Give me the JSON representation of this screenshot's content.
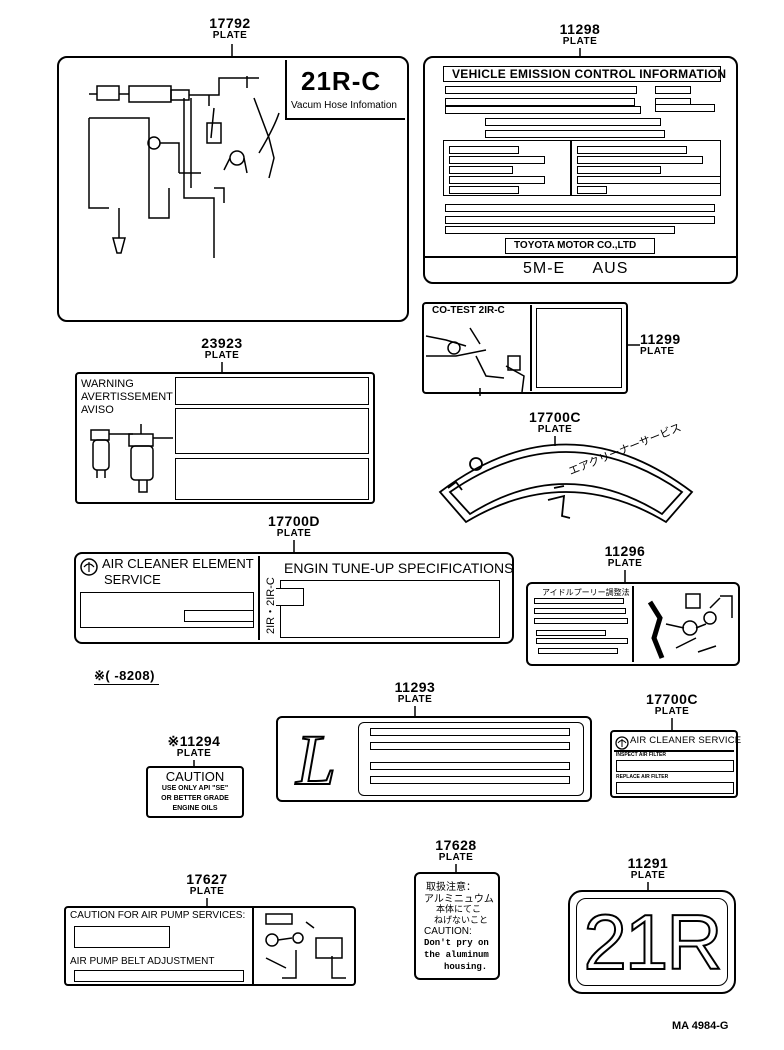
{
  "parts": {
    "p17792": {
      "number": "17792",
      "label": "PLATE"
    },
    "p11298": {
      "number": "11298",
      "label": "PLATE"
    },
    "p23923": {
      "number": "23923",
      "label": "PLATE"
    },
    "p11299": {
      "number": "11299",
      "label": "PLATE"
    },
    "p17700c_a": {
      "number": "17700C",
      "label": "PLATE"
    },
    "p17700d": {
      "number": "17700D",
      "label": "PLATE"
    },
    "p11296": {
      "number": "11296",
      "label": "PLATE"
    },
    "p11293": {
      "number": "11293",
      "label": "PLATE"
    },
    "p17700c_b": {
      "number": "17700C",
      "label": "PLATE"
    },
    "p11294": {
      "number": "※11294",
      "label": "PLATE"
    },
    "p17628": {
      "number": "17628",
      "label": "PLATE"
    },
    "p17627": {
      "number": "17627",
      "label": "PLATE"
    },
    "p11291": {
      "number": "11291",
      "label": "PLATE"
    }
  },
  "plates": {
    "vacuum": {
      "engine": "21R-C",
      "title": "Vacum Hose Infomation"
    },
    "emission": {
      "title": "VEHICLE EMISSION CONTROL INFORMATION",
      "maker": "TOYOTA MOTOR CO.,LTD",
      "model": "5M-E",
      "market": "AUS"
    },
    "warning": {
      "l1": "WARNING",
      "l2": "AVERTISSEMENT",
      "l3": "AVISO"
    },
    "cotest": {
      "title": "CO-TEST 2IR-C"
    },
    "aircleaner_arc": {
      "text": "エアクリーナーサービス"
    },
    "tuneup": {
      "left_title1": "AIR CLEANER ELEMENT",
      "left_title2": "SERVICE",
      "vertical": "2IR・2IR-C",
      "right_title": "ENGIN TUNE-UP SPECIFICATIONS"
    },
    "belt": {
      "title": "アイドルプーリー調整法"
    },
    "serial_note": {
      "text": "※(      -8208)"
    },
    "caution_oil": {
      "title": "CAUTION",
      "l1": "USE ONLY  API \"SE\"",
      "l2": "OR BETTER GRADE",
      "l3": "ENGINE  OILS"
    },
    "l_plate": {
      "letter": "L"
    },
    "air_service": {
      "title": "AIR CLEANER SERVICE",
      "r1": "INSPECT AIR FILTER",
      "r2": "REPLACE AIR FILTER"
    },
    "alum": {
      "j1": "取扱注意：",
      "j2": "アルミニュウム",
      "j3": "本体にてこ",
      "j4": "ねげないこと",
      "e1": "CAUTION:",
      "e2": "Don't pry on",
      "e3": "the  aluminum",
      "e4": "housing."
    },
    "airpump": {
      "l1": "CAUTION FOR AIR PUMP  SERVICES:",
      "l2": "AIR PUMP BELT ADJUSTMENT"
    },
    "engine_plate": {
      "text": "21R"
    }
  },
  "footer": {
    "code": "MA 4984-G"
  }
}
